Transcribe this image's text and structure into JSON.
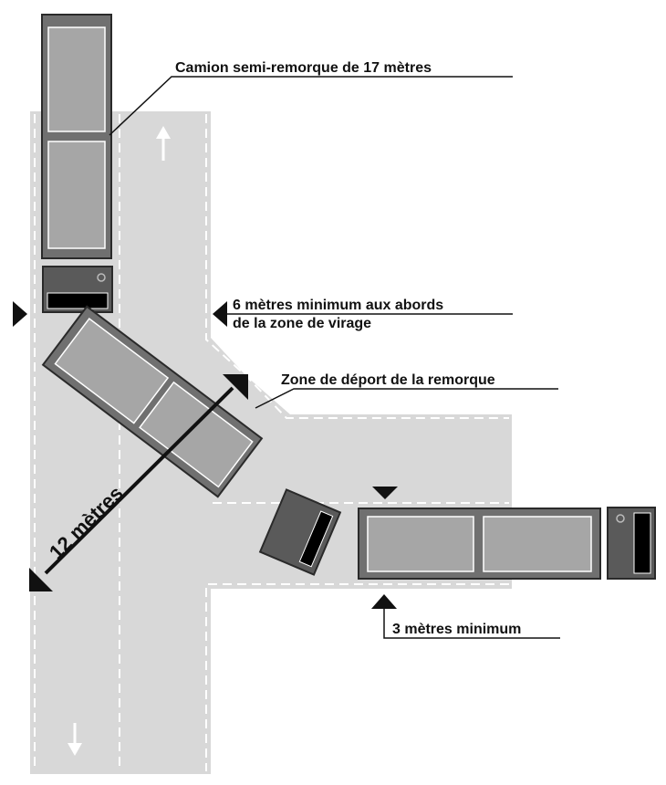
{
  "labels": {
    "truck": "Camion semi-remorque de 17 mètres",
    "lane_width_line1": "6 mètres minimum aux abords",
    "lane_width_line2": "de la zone de virage",
    "trailer_zone": "Zone de déport de la remorque",
    "diagonal": "12 mètres",
    "min_margin": "3 mètres minimum"
  },
  "colors": {
    "road": "#d8d8d8",
    "trailer": "#707070",
    "trailer_panel": "#a6a6a6",
    "cab": "#5a5a5a",
    "windshield": "#000000",
    "lines": "#ffffff",
    "annotation": "#111111"
  }
}
